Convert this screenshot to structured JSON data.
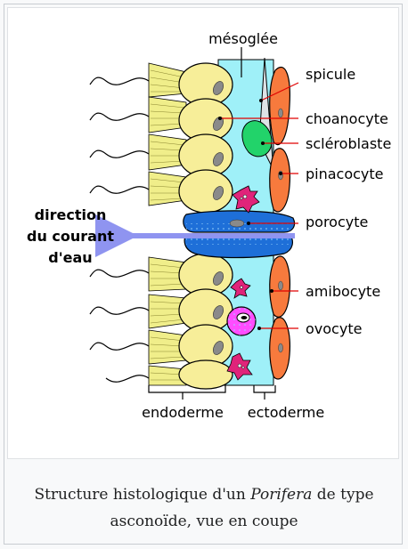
{
  "diagram": {
    "labels": {
      "mesoglee": "mésoglée",
      "spicule": "spicule",
      "choanocyte": "choanocyte",
      "scleroblaste": "scléroblaste",
      "pinacocyte": "pinacocyte",
      "porocyte": "porocyte",
      "amibocyte": "amibocyte",
      "ovocyte": "ovocyte",
      "endoderme": "endoderme",
      "ectoderme": "ectoderme"
    },
    "flow": {
      "line1": "direction",
      "line2": "du courant",
      "line3": "d'eau"
    },
    "colors": {
      "mesoglea": "#9ff0f8",
      "choanocyte": "#f7ee99",
      "flagella_collar": "#f0ee8a",
      "pinacocyte": "#f77a3d",
      "porocyte": "#1e6fd8",
      "scleroblast": "#22d36a",
      "amoebocyte": "#e0247a",
      "oocyte": "#ff4dff",
      "arrow": "#8f94f0",
      "leader": "#e00000"
    }
  },
  "caption": {
    "before": "Structure histologique d'un ",
    "italic": "Porifera",
    "after": " de type asconoïde, vue en coupe"
  }
}
